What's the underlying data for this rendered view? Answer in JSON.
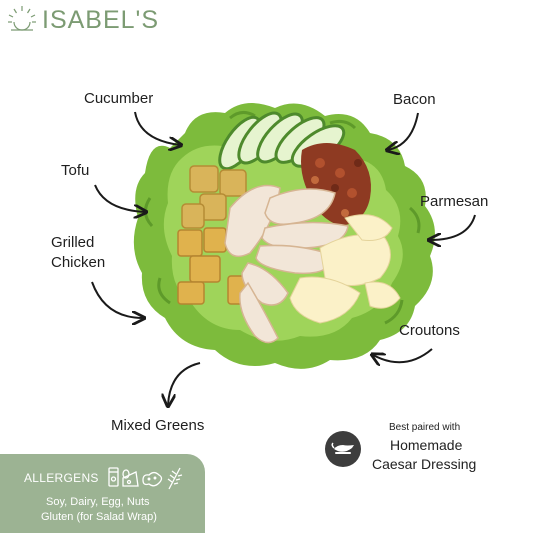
{
  "brand": {
    "name": "ISABEL'S",
    "color": "#7c9b73"
  },
  "ingredients": {
    "cucumber": "Cucumber",
    "bacon": "Bacon",
    "tofu": "Tofu",
    "parmesan": "Parmesan",
    "grilled_chicken_line1": "Grilled",
    "grilled_chicken_line2": "Chicken",
    "croutons": "Croutons",
    "mixed_greens": "Mixed Greens"
  },
  "pairing": {
    "subtitle": "Best paired with",
    "dressing_line1": "Homemade",
    "dressing_line2": "Caesar Dressing",
    "icon": "gravy-boat-icon"
  },
  "allergens": {
    "title": "ALLERGENS",
    "line1": "Soy, Dairy, Egg, Nuts",
    "line2": "Gluten (for Salad Wrap)",
    "icons": [
      "soy-milk-icon",
      "cheese-egg-icon",
      "peanut-icon",
      "wheat-icon"
    ],
    "panel_color": "#9cb393"
  }
}
